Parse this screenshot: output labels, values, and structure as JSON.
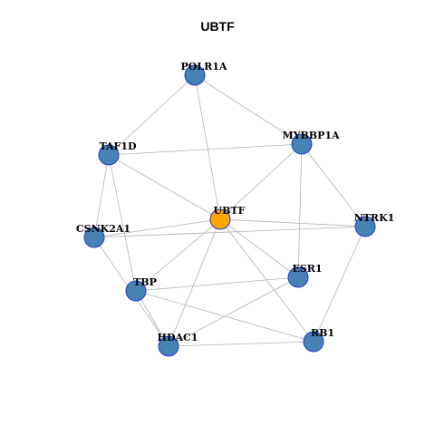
{
  "title": "UBTF",
  "colors": {
    "hub": "#FFA500",
    "node": "#4682B4",
    "node_border": "#1F3BD6",
    "edge": "#B3B3B3"
  },
  "nodes": [
    {
      "id": "UBTF",
      "hub": true
    },
    {
      "id": "POLR1A",
      "hub": false
    },
    {
      "id": "MYBBP1A",
      "hub": false
    },
    {
      "id": "TAF1D",
      "hub": false
    },
    {
      "id": "NTRK1",
      "hub": false
    },
    {
      "id": "CSNK2A1",
      "hub": false
    },
    {
      "id": "ESR1",
      "hub": false
    },
    {
      "id": "TBP",
      "hub": false
    },
    {
      "id": "RB1",
      "hub": false
    },
    {
      "id": "HDAC1",
      "hub": false
    }
  ],
  "edges": [
    [
      "POLR1A",
      "TAF1D"
    ],
    [
      "POLR1A",
      "MYBBP1A"
    ],
    [
      "POLR1A",
      "UBTF"
    ],
    [
      "TAF1D",
      "MYBBP1A"
    ],
    [
      "TAF1D",
      "UBTF"
    ],
    [
      "TAF1D",
      "CSNK2A1"
    ],
    [
      "TAF1D",
      "TBP"
    ],
    [
      "MYBBP1A",
      "UBTF"
    ],
    [
      "MYBBP1A",
      "NTRK1"
    ],
    [
      "MYBBP1A",
      "ESR1"
    ],
    [
      "UBTF",
      "CSNK2A1"
    ],
    [
      "UBTF",
      "NTRK1"
    ],
    [
      "UBTF",
      "ESR1"
    ],
    [
      "UBTF",
      "TBP"
    ],
    [
      "UBTF",
      "HDAC1"
    ],
    [
      "UBTF",
      "RB1"
    ],
    [
      "CSNK2A1",
      "NTRK1"
    ],
    [
      "CSNK2A1",
      "HDAC1"
    ],
    [
      "NTRK1",
      "RB1"
    ],
    [
      "ESR1",
      "TBP"
    ],
    [
      "ESR1",
      "HDAC1"
    ],
    [
      "TBP",
      "HDAC1"
    ],
    [
      "TBP",
      "RB1"
    ],
    [
      "HDAC1",
      "RB1"
    ]
  ]
}
